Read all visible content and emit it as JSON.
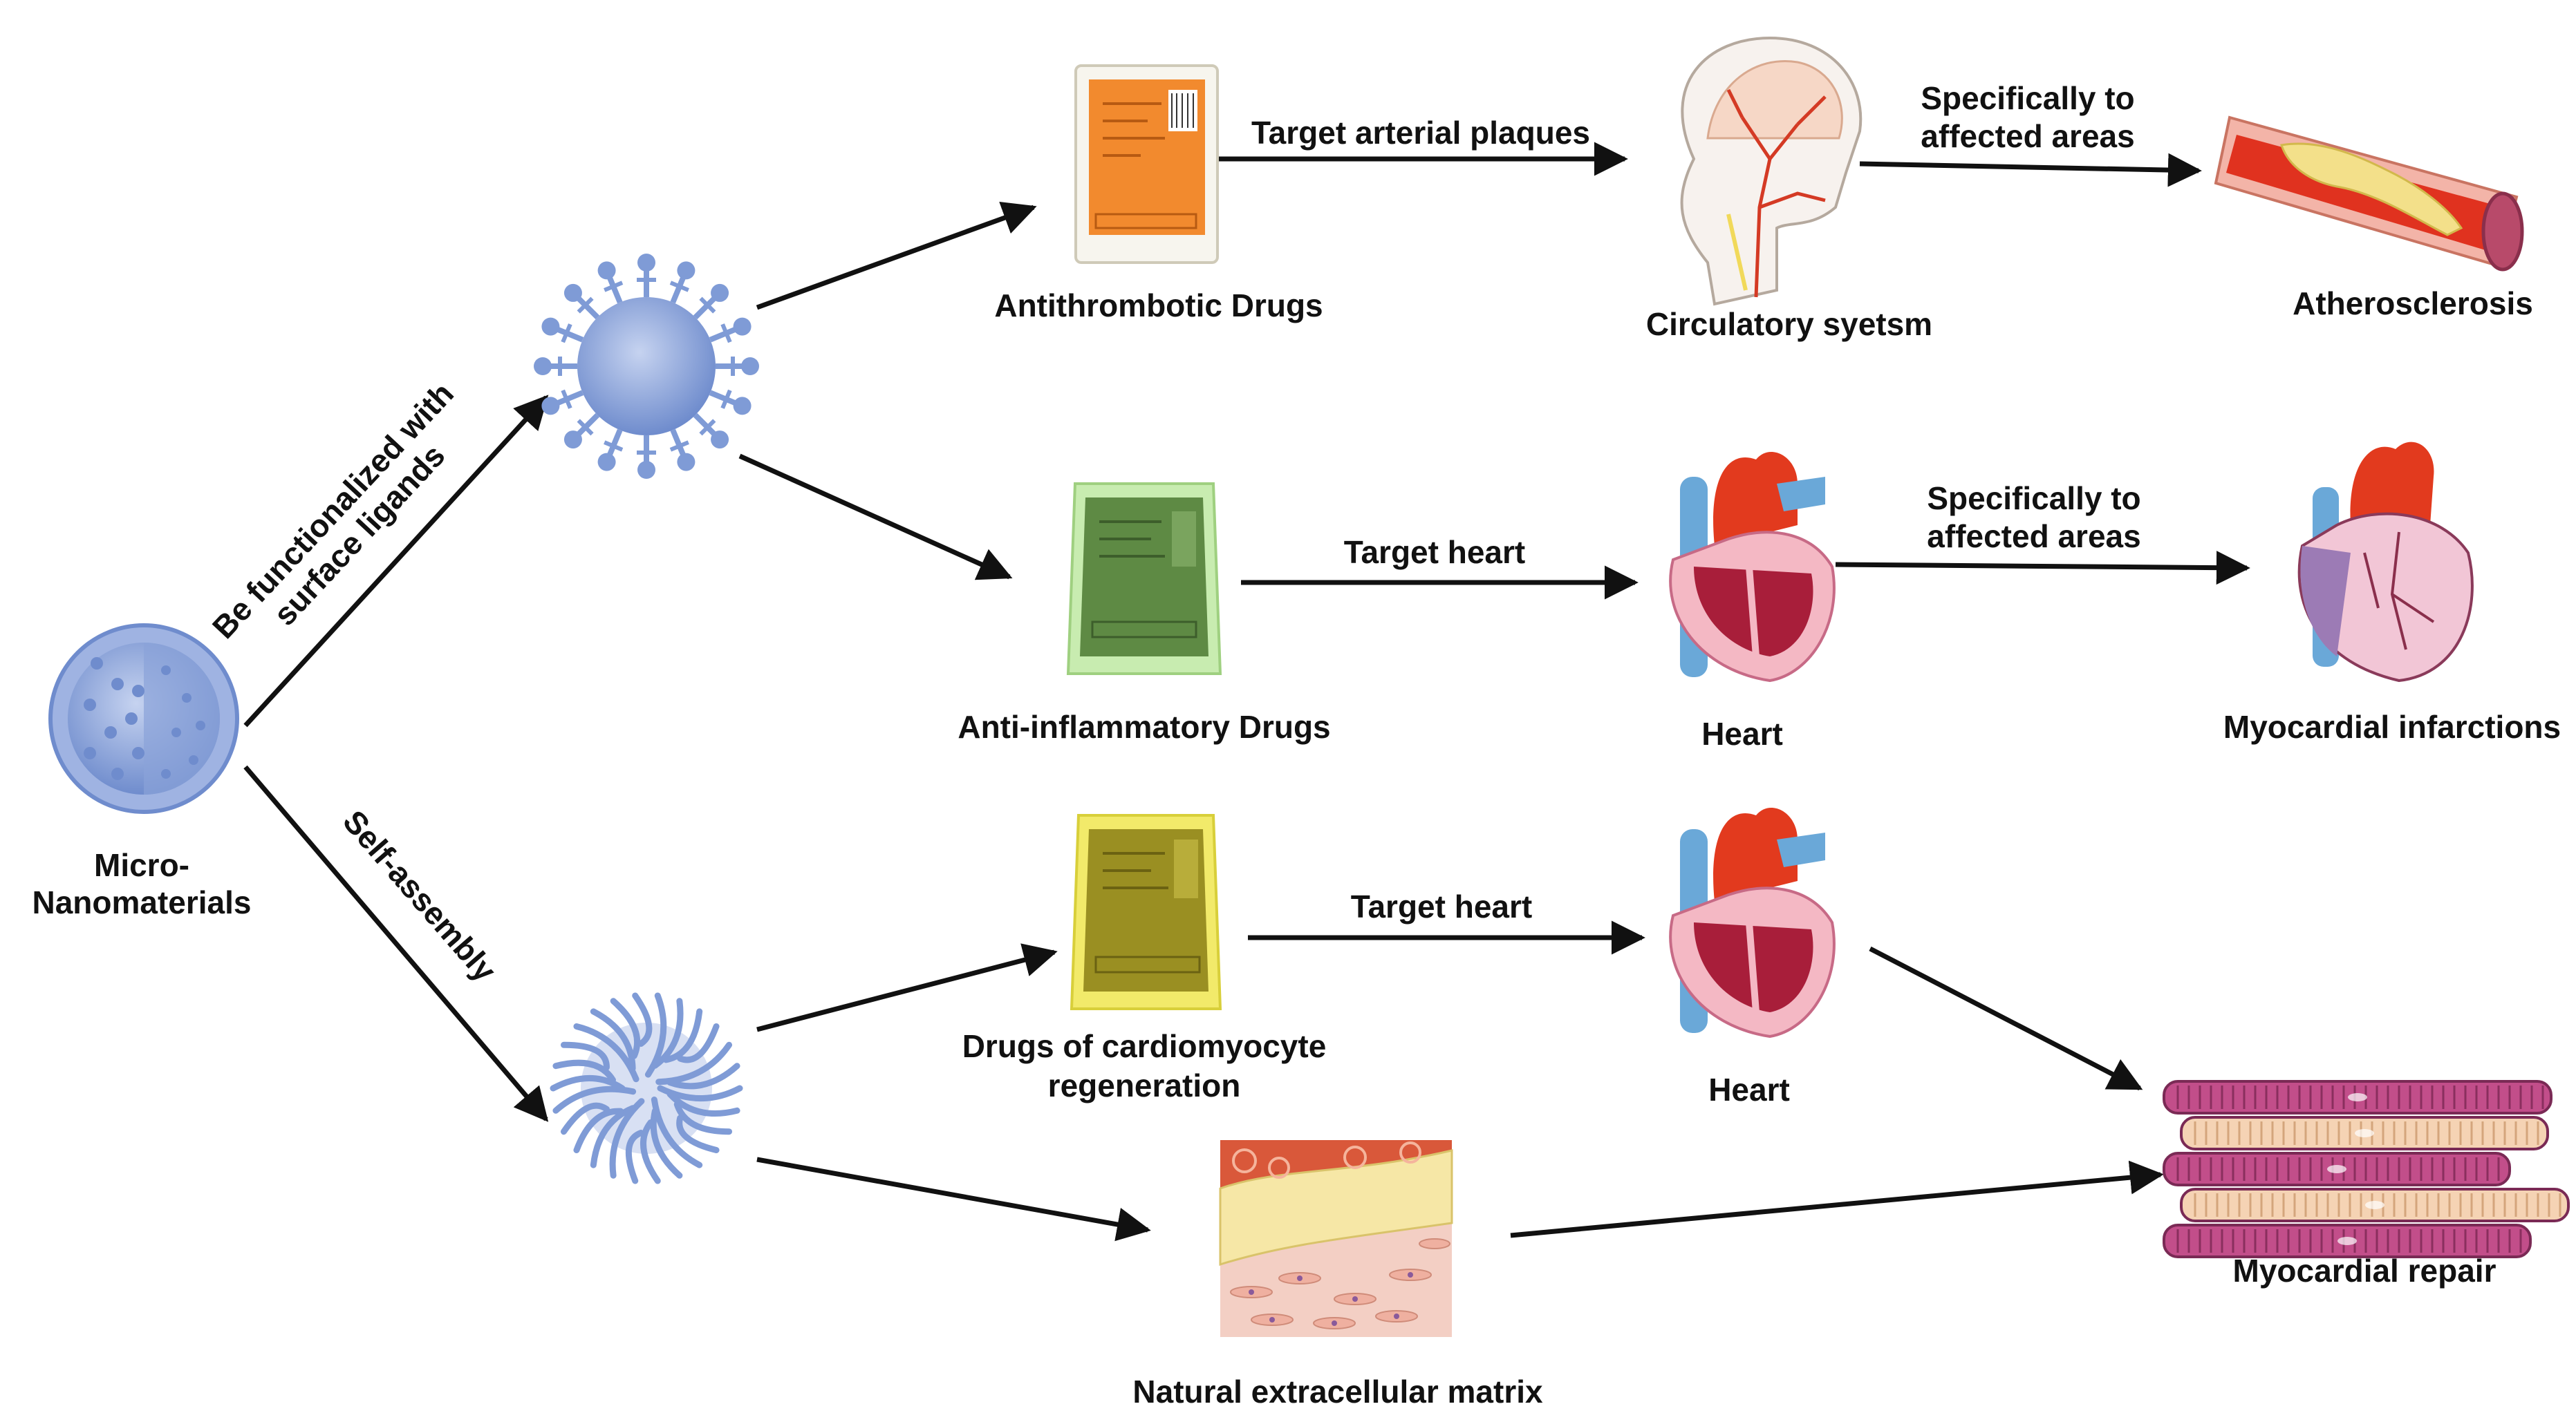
{
  "nodes": {
    "source": {
      "label_line1": "Micro-",
      "label_line2": "Nanomaterials"
    },
    "ligand_particle": {
      "icon": "ligand-nanoparticle-icon"
    },
    "assembly_particle": {
      "icon": "self-assembled-nanoparticle-icon"
    },
    "antithrombotic": {
      "label": "Antithrombotic Drugs",
      "color": "#f28a2e"
    },
    "anti_inflammatory": {
      "label": "Anti-inflammatory Drugs",
      "color": "#5e8a44"
    },
    "regeneration": {
      "label_line1": "Drugs of cardiomyocyte",
      "label_line2": "regeneration",
      "color": "#9a8f22"
    },
    "ecm": {
      "label": "Natural extracellular matrix"
    },
    "circulatory": {
      "label": "Circulatory syetsm"
    },
    "heart1": {
      "label": "Heart"
    },
    "heart2": {
      "label": "Heart"
    },
    "atherosclerosis": {
      "label": "Atherosclerosis"
    },
    "infarction": {
      "label": "Myocardial infarctions"
    },
    "repair": {
      "label": "Myocardial repair"
    }
  },
  "edges": {
    "functionalized_line1": "Be functionalized with",
    "functionalized_line2": "surface ligands",
    "self_assembly": "Self-assembly",
    "target_plaques": "Target arterial plaques",
    "target_heart_1": "Target heart",
    "target_heart_2": "Target heart",
    "specific_1_line1": "Specifically to",
    "specific_1_line2": "affected areas",
    "specific_2_line1": "Specifically to",
    "specific_2_line2": "affected areas"
  },
  "colors": {
    "particle": "#7f9bd6",
    "artery": "#e0321f",
    "plaque": "#f3e08a",
    "heart_red": "#e23a1e",
    "heart_blue": "#6aa8d8",
    "muscle": "#b8457e"
  }
}
